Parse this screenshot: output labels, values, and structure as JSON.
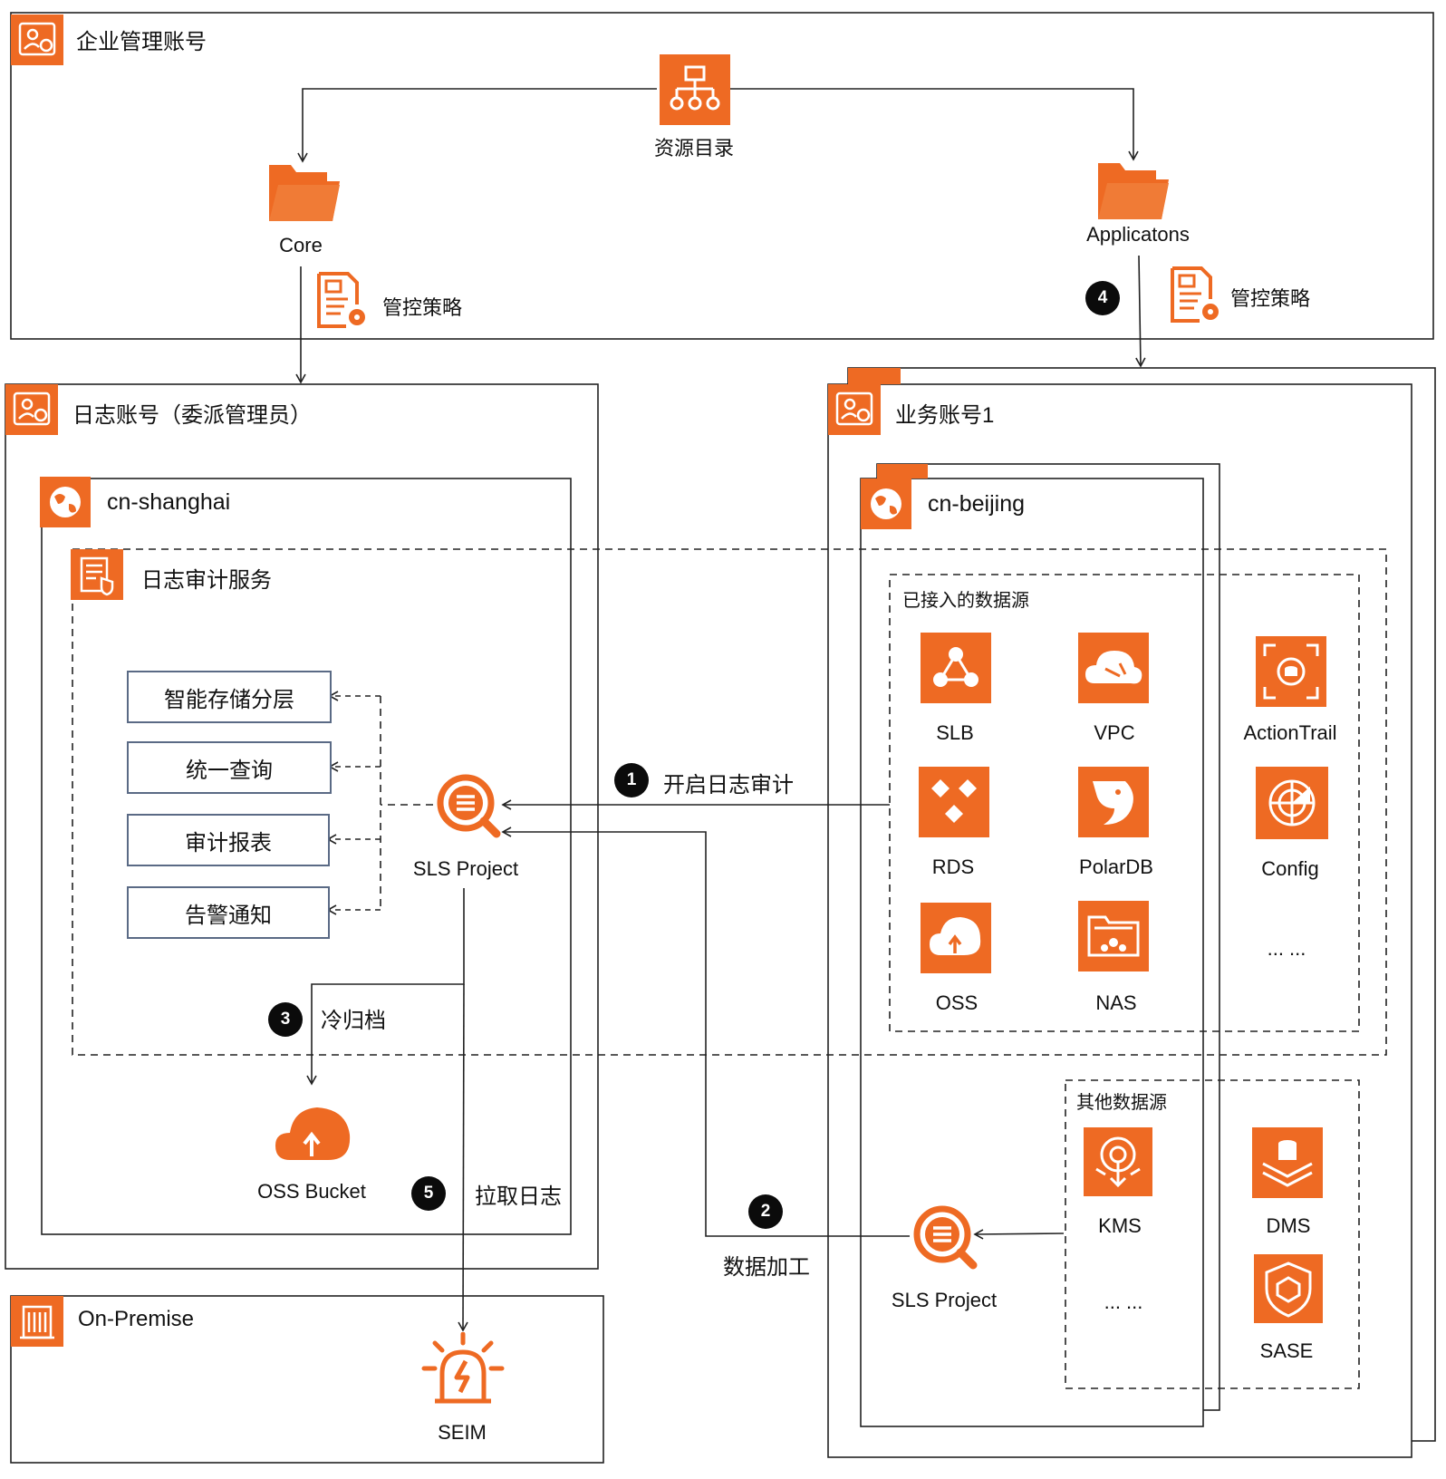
{
  "colors": {
    "accent": "#ee6a23",
    "line": "#222222",
    "box_border": "#5a6a85"
  },
  "enterprise": {
    "title": "企业管理账号",
    "icon": "account-admin-icon"
  },
  "resource_directory": {
    "label": "资源目录",
    "icon": "org-tree-icon"
  },
  "folders": {
    "core": {
      "label": "Core",
      "icon": "folder-icon"
    },
    "apps": {
      "label": "Applicatons",
      "icon": "folder-icon"
    }
  },
  "policies": {
    "left": {
      "label": "管控策略",
      "icon": "policy-doc-icon"
    },
    "right": {
      "label": "管控策略",
      "icon": "policy-doc-icon"
    }
  },
  "log_account": {
    "title": "日志账号（委派管理员）",
    "region": "cn-shanghai",
    "service": "日志审计服务",
    "features": [
      "智能存储分层",
      "统一查询",
      "审计报表",
      "告警通知"
    ],
    "sls_project": "SLS Project",
    "oss_bucket": "OSS Bucket"
  },
  "biz_account": {
    "title": "业务账号1",
    "region": "cn-beijing",
    "connected_title": "已接入的数据源",
    "connected_sources": [
      "SLB",
      "VPC",
      "ActionTrail",
      "RDS",
      "PolarDB",
      "Config",
      "OSS",
      "NAS",
      "... ..."
    ],
    "other_title": "其他数据源",
    "other_sources": [
      "KMS",
      "DMS",
      "... ...",
      "SASE"
    ],
    "sls_project": "SLS Project"
  },
  "on_premise": {
    "title": "On-Premise",
    "seim": "SEIM",
    "icon": "building-icon"
  },
  "steps": [
    {
      "num": "1",
      "label": "开启日志审计"
    },
    {
      "num": "2",
      "label": "数据加工"
    },
    {
      "num": "3",
      "label": "冷归档"
    },
    {
      "num": "4",
      "label": ""
    },
    {
      "num": "5",
      "label": "拉取日志"
    }
  ]
}
